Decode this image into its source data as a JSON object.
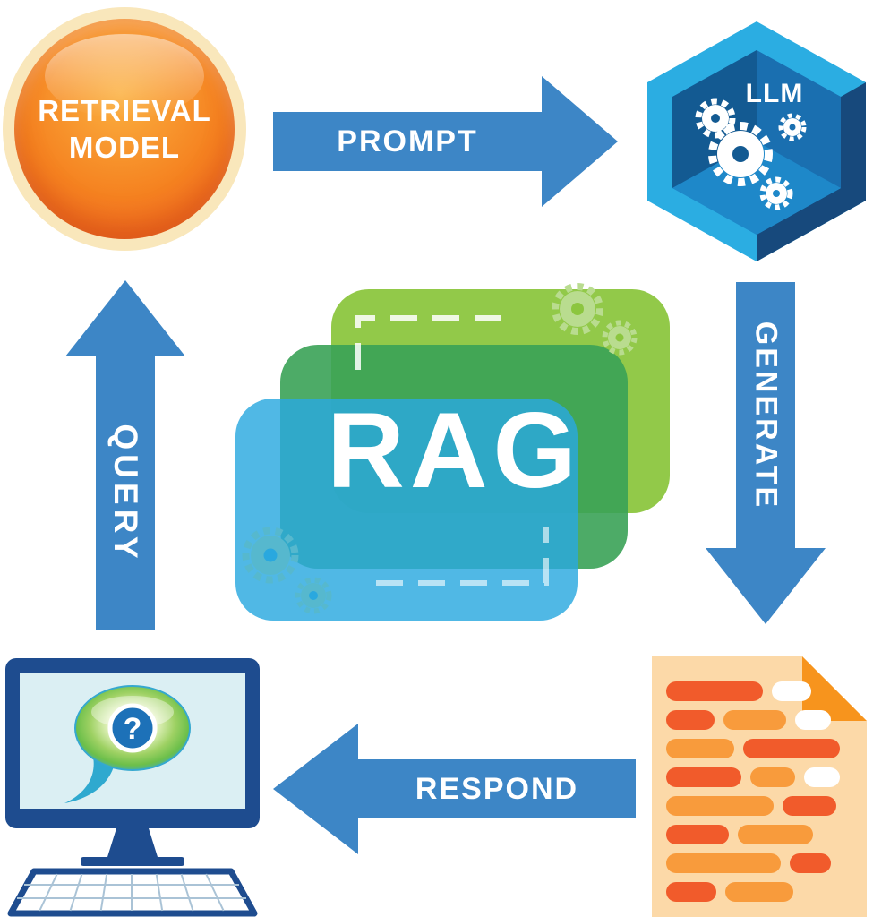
{
  "colors": {
    "arrow_blue": "#3d86c6",
    "label_text": "#ffffff",
    "node_orange_light": "#fbb040",
    "node_orange_deep": "#f15a24",
    "ring_cream": "#f9e7bb",
    "hex_light": "#2bade2",
    "hex_mid": "#1b7fc4",
    "hex_dark": "#17497c",
    "hex_wall_right": "#1a6fb0",
    "hex_wall_left": "#135a92",
    "hex_floor": "#1e88c9",
    "rag_green": "#8cc63f",
    "rag_mid_green": "#3aa257",
    "rag_blue": "#29a8df",
    "gear_light_green": "#b9dc8f",
    "gear_teal": "#56b8ce",
    "monitor_navy": "#1e4c8f",
    "screen": "#dbeff3",
    "doc_bg": "#fcd9a8",
    "doc_fold": "#f7941d",
    "red": "#f15b2b",
    "orange": "#f89b3c",
    "white": "#ffffff",
    "bubble_blue": "#1d71b8",
    "bubble_tail": "#2fa9cf"
  },
  "nodes": {
    "retrieval_model": {
      "line1": "RETRIEVAL",
      "line2": "MODEL"
    },
    "llm": {
      "label": "LLM"
    },
    "rag": {
      "label": "RAG"
    },
    "terminal": {
      "question_mark": "?"
    }
  },
  "arrows": {
    "prompt": {
      "label": "PROMPT",
      "direction": "right"
    },
    "generate": {
      "label": "GENERATE",
      "direction": "down"
    },
    "respond": {
      "label": "RESPOND",
      "direction": "left"
    },
    "query": {
      "label": "QUERY",
      "direction": "up"
    }
  },
  "document": {
    "code_lines": [
      [
        {
          "c": "red",
          "w": 108
        },
        {
          "c": "white",
          "w": 44
        }
      ],
      [
        {
          "c": "red",
          "w": 54
        },
        {
          "c": "orange",
          "w": 70
        },
        {
          "c": "white",
          "w": 40
        }
      ],
      [
        {
          "c": "orange",
          "w": 76
        },
        {
          "c": "red",
          "w": 108
        }
      ],
      [
        {
          "c": "red",
          "w": 84
        },
        {
          "c": "orange",
          "w": 50
        },
        {
          "c": "white",
          "w": 40
        }
      ],
      [
        {
          "c": "orange",
          "w": 120
        },
        {
          "c": "red",
          "w": 60
        }
      ],
      [
        {
          "c": "red",
          "w": 70
        },
        {
          "c": "orange",
          "w": 84
        }
      ],
      [
        {
          "c": "orange",
          "w": 128
        },
        {
          "c": "red",
          "w": 46
        }
      ],
      [
        {
          "c": "red",
          "w": 56
        },
        {
          "c": "orange",
          "w": 76
        }
      ]
    ]
  },
  "icons": {
    "llm_gears": "gear-icon",
    "rag_gears": "gear-icon",
    "terminal": "monitor-icon",
    "speech_bubble": "speech-bubble-icon",
    "document": "document-icon"
  }
}
